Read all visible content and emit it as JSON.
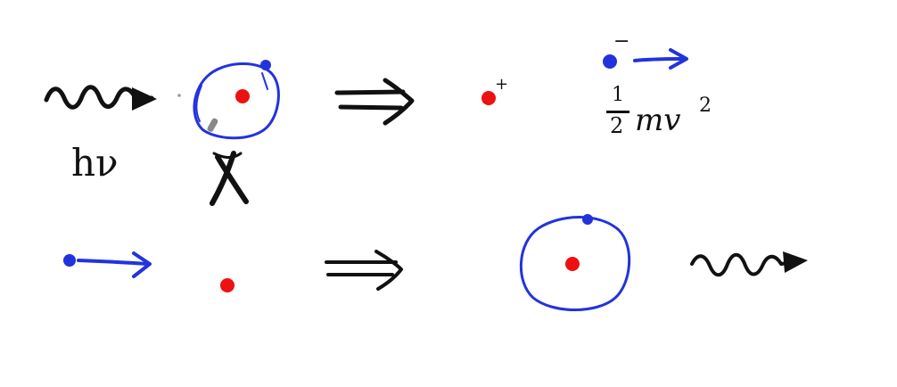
{
  "colors": {
    "ink": "#111111",
    "electron": "#2233dd",
    "nucleus": "#ee1111",
    "background": "#ffffff"
  },
  "labels": {
    "photon_energy": "hν",
    "cross_mark": "X",
    "ion_charge": "+",
    "electron_charge": "−",
    "kinetic_energy_fraction_num": "1",
    "kinetic_energy_fraction_den": "2",
    "kinetic_energy_rest": "mv",
    "kinetic_energy_exponent": "2"
  },
  "icons": [
    "wavy-arrow-icon",
    "double-arrow-icon",
    "straight-arrow-icon",
    "atom-icon"
  ]
}
